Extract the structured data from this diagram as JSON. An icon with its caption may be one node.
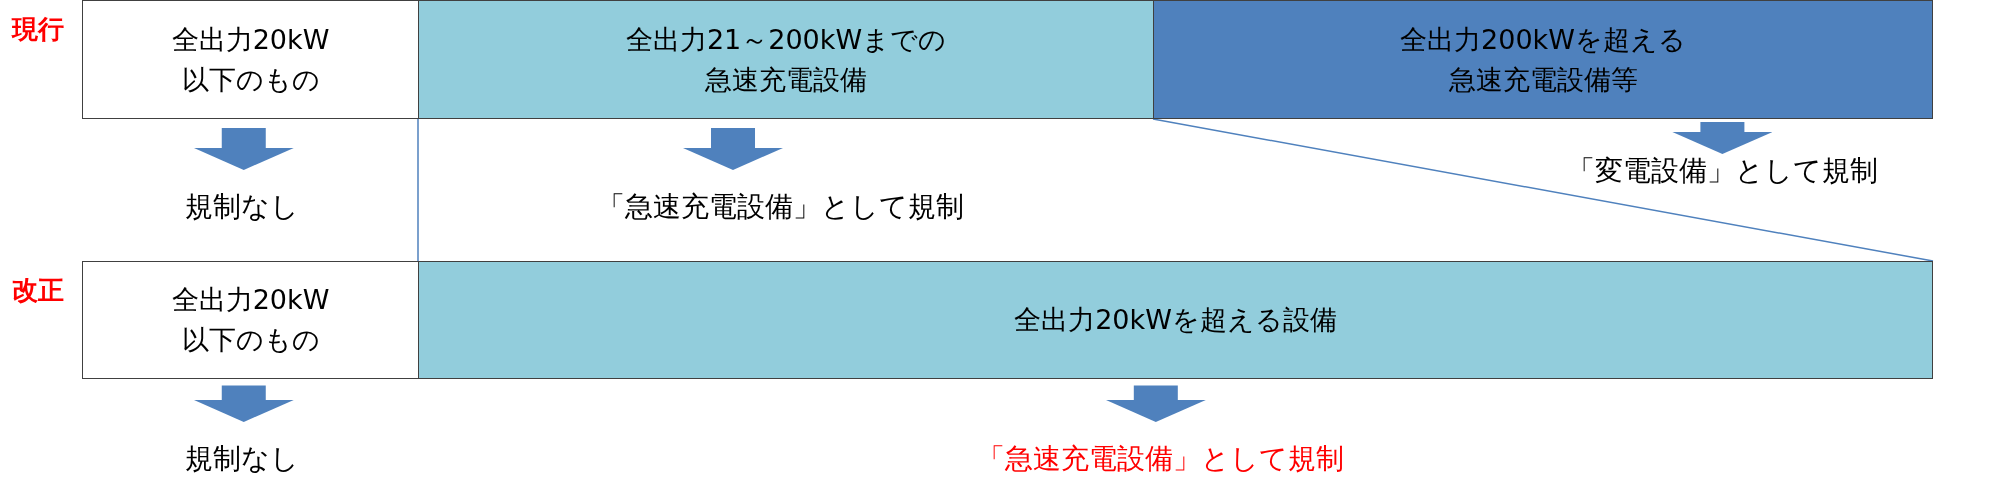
{
  "diagram": {
    "nodes": [
      {
        "text": [
          "全出力20kW以下のもの"
        ],
        "beside": [
          "現行"
        ]
      },
      {
        "text": [
          "全出力21～200kWまでの急速充電設備"
        ]
      },
      {
        "text": [
          "全出力200kWを超える急速充電設備等"
        ]
      },
      {
        "text": [
          "規制なし"
        ]
      },
      {
        "text": [
          "「急速充電設備」として規制"
        ]
      },
      {
        "text": [
          "「変電設備」として規制"
        ]
      },
      {
        "text": [
          "全出力20kW以下のもの"
        ],
        "beside": [
          "改正"
        ]
      },
      {
        "text": [
          "全出力20kWを超える設備"
        ]
      },
      {
        "text": [
          "規制なし"
        ]
      },
      {
        "text": [
          "「急速充電設備」として規制"
        ]
      }
    ],
    "edges": [
      {
        "from": 0,
        "to": 3,
        "arrow": "to"
      },
      {
        "from": 1,
        "to": 4,
        "arrow": "to"
      },
      {
        "from": 2,
        "to": 5,
        "arrow": "to"
      },
      {
        "from": 1,
        "to": 7,
        "arrow": "none"
      },
      {
        "from": 2,
        "to": 7,
        "arrow": "none"
      },
      {
        "from": 6,
        "to": 8,
        "arrow": "to"
      },
      {
        "from": 7,
        "to": 9,
        "arrow": "to"
      }
    ]
  }
}
